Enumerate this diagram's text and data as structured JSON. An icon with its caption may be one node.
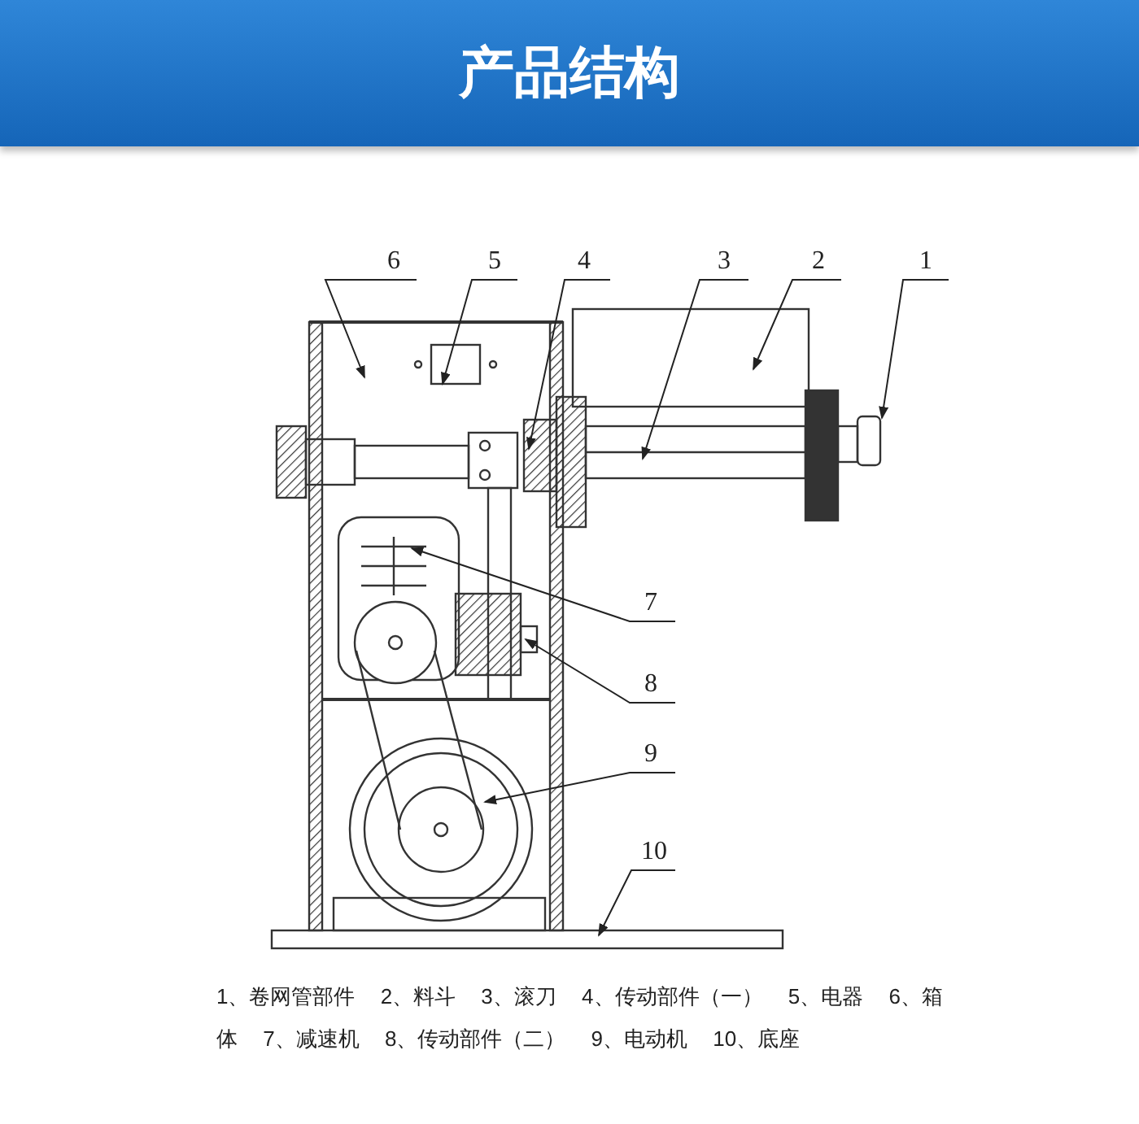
{
  "diagram": {
    "title": "产品结构",
    "nodes": [
      {
        "text": [
          "6"
        ]
      },
      {
        "text": [
          "5"
        ]
      },
      {
        "text": [
          "4"
        ]
      },
      {
        "text": [
          "3"
        ]
      },
      {
        "text": [
          "2"
        ]
      },
      {
        "text": [
          "1"
        ]
      },
      {
        "text": [
          "7"
        ]
      },
      {
        "text": [
          "8"
        ]
      },
      {
        "text": [
          "9"
        ]
      },
      {
        "text": [
          "10"
        ]
      }
    ],
    "edges": [
      {
        "from": 0,
        "to": null,
        "arrow": "to"
      },
      {
        "from": 1,
        "to": null,
        "arrow": "to"
      },
      {
        "from": 2,
        "to": null,
        "arrow": "to"
      },
      {
        "from": 3,
        "to": null,
        "arrow": "to"
      },
      {
        "from": 4,
        "to": null,
        "arrow": "to"
      },
      {
        "from": 5,
        "to": null,
        "arrow": "to"
      },
      {
        "from": 6,
        "to": null,
        "arrow": "to"
      },
      {
        "from": 7,
        "to": null,
        "arrow": "to"
      },
      {
        "from": 8,
        "to": null,
        "arrow": "to"
      },
      {
        "from": 9,
        "to": null,
        "arrow": "to"
      }
    ],
    "caption": "1、卷网管部件 2、料斗 3、滚刀 4、传动部件（一） 5、电器 6、箱体 7、减速机 8、传动部件（二） 9、电动机 10、底座"
  }
}
